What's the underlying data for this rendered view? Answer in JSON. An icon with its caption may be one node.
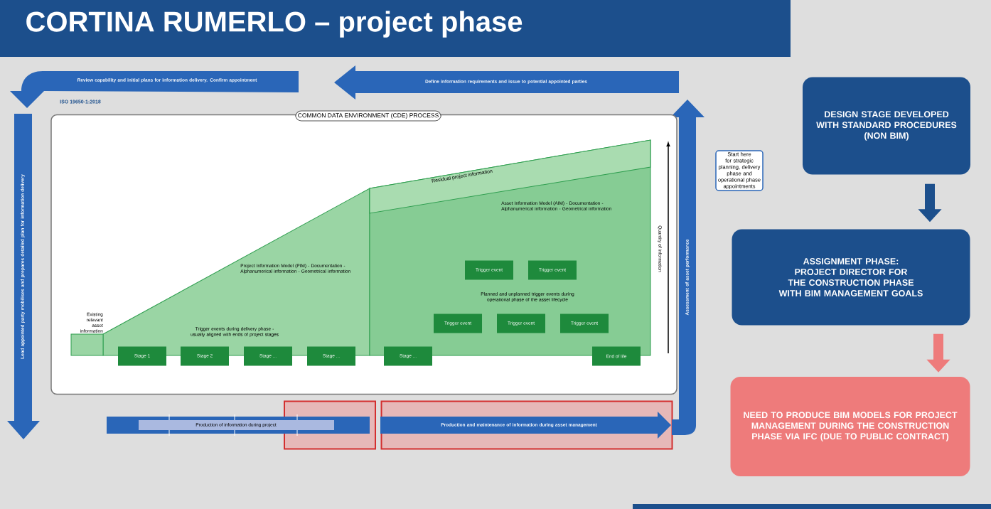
{
  "diagram": {
    "title": "CORTINA RUMERLO – project phase",
    "nodes": [
      {
        "text": [
          "Review capability and initial plans for information delivery. Confirm appointment"
        ]
      },
      {
        "text": [
          "Define information requirements and issue to potential appointed parties"
        ]
      },
      {
        "text": [
          "Lead appointed party mobilises and prepares detailed plan for information delivery"
        ]
      },
      {
        "text": [
          "COMMON DATA ENVIRONMENT (CDE) PROCESS"
        ]
      },
      {
        "text": [
          "Existing relevant asset information"
        ],
        "in": 3
      },
      {
        "text": [
          "Project Information Model (PIM) - Documentation - Alphanumerical information - Geometrical information",
          "Trigger events during delivery phase - usually aligned with ends of project stages"
        ],
        "in": 3
      },
      {
        "text": [
          "Residual project information",
          "Asset Information Model (AIM) - Documentation - Alphanumerical information - Geometrical information",
          "Planned and unplanned trigger events during operational phase of the asset lifecycle"
        ],
        "in": 3
      },
      {
        "text": [
          "Stage 1"
        ],
        "in": 3
      },
      {
        "text": [
          "Stage 2"
        ],
        "in": 3
      },
      {
        "text": [
          "Stage ..."
        ],
        "in": 3
      },
      {
        "text": [
          "Stage ..."
        ],
        "in": 3
      },
      {
        "text": [
          "Stage ..."
        ],
        "in": 3
      },
      {
        "text": [
          "End of life"
        ],
        "in": 3
      },
      {
        "text": [
          "Trigger event"
        ],
        "in": 6
      },
      {
        "text": [
          "Trigger event"
        ],
        "in": 6
      },
      {
        "text": [
          "Trigger event"
        ],
        "in": 6
      },
      {
        "text": [
          "Trigger event"
        ],
        "in": 6
      },
      {
        "text": [
          "Trigger event"
        ],
        "in": 6
      },
      {
        "text": [
          "Start here for strategic planning, delivery phase and operational phase appointments"
        ]
      },
      {
        "text": [
          "Assessment of asset performance"
        ]
      },
      {
        "text": [
          "Production of information during project"
        ]
      },
      {
        "text": [
          "Production and maintenance of information during asset management"
        ],
        "in": 23
      },
      {
        "text": [],
        "shape": "box"
      },
      {
        "text": [],
        "shape": "box"
      },
      {
        "text": [
          "DESIGN STAGE DEVELOPED WITH STANDARD PROCEDURES",
          "(NON BIM)"
        ]
      },
      {
        "text": [
          "ASSIGNMENT PHASE:",
          "PROJECT DIRECTOR FOR THE CONSTRUCTION PHASE",
          "WITH BIM MANAGEMENT GOALS"
        ]
      },
      {
        "text": [
          "NEED TO PRODUCE BIM MODELS FOR PROJECT MANAGEMENT DURING THE CONSTRUCTION PHASE VIA IFC (DUE TO PUBLIC CONTRACT)"
        ]
      }
    ],
    "edges": [
      {
        "from": 24,
        "to": 25,
        "arrow": "to",
        "color": "#1c4f8c"
      },
      {
        "from": 25,
        "to": 26,
        "arrow": "to",
        "color": "#ee7b7b"
      }
    ],
    "labels": [
      "ISO 19650-1:2018",
      "Quantity of information"
    ]
  }
}
